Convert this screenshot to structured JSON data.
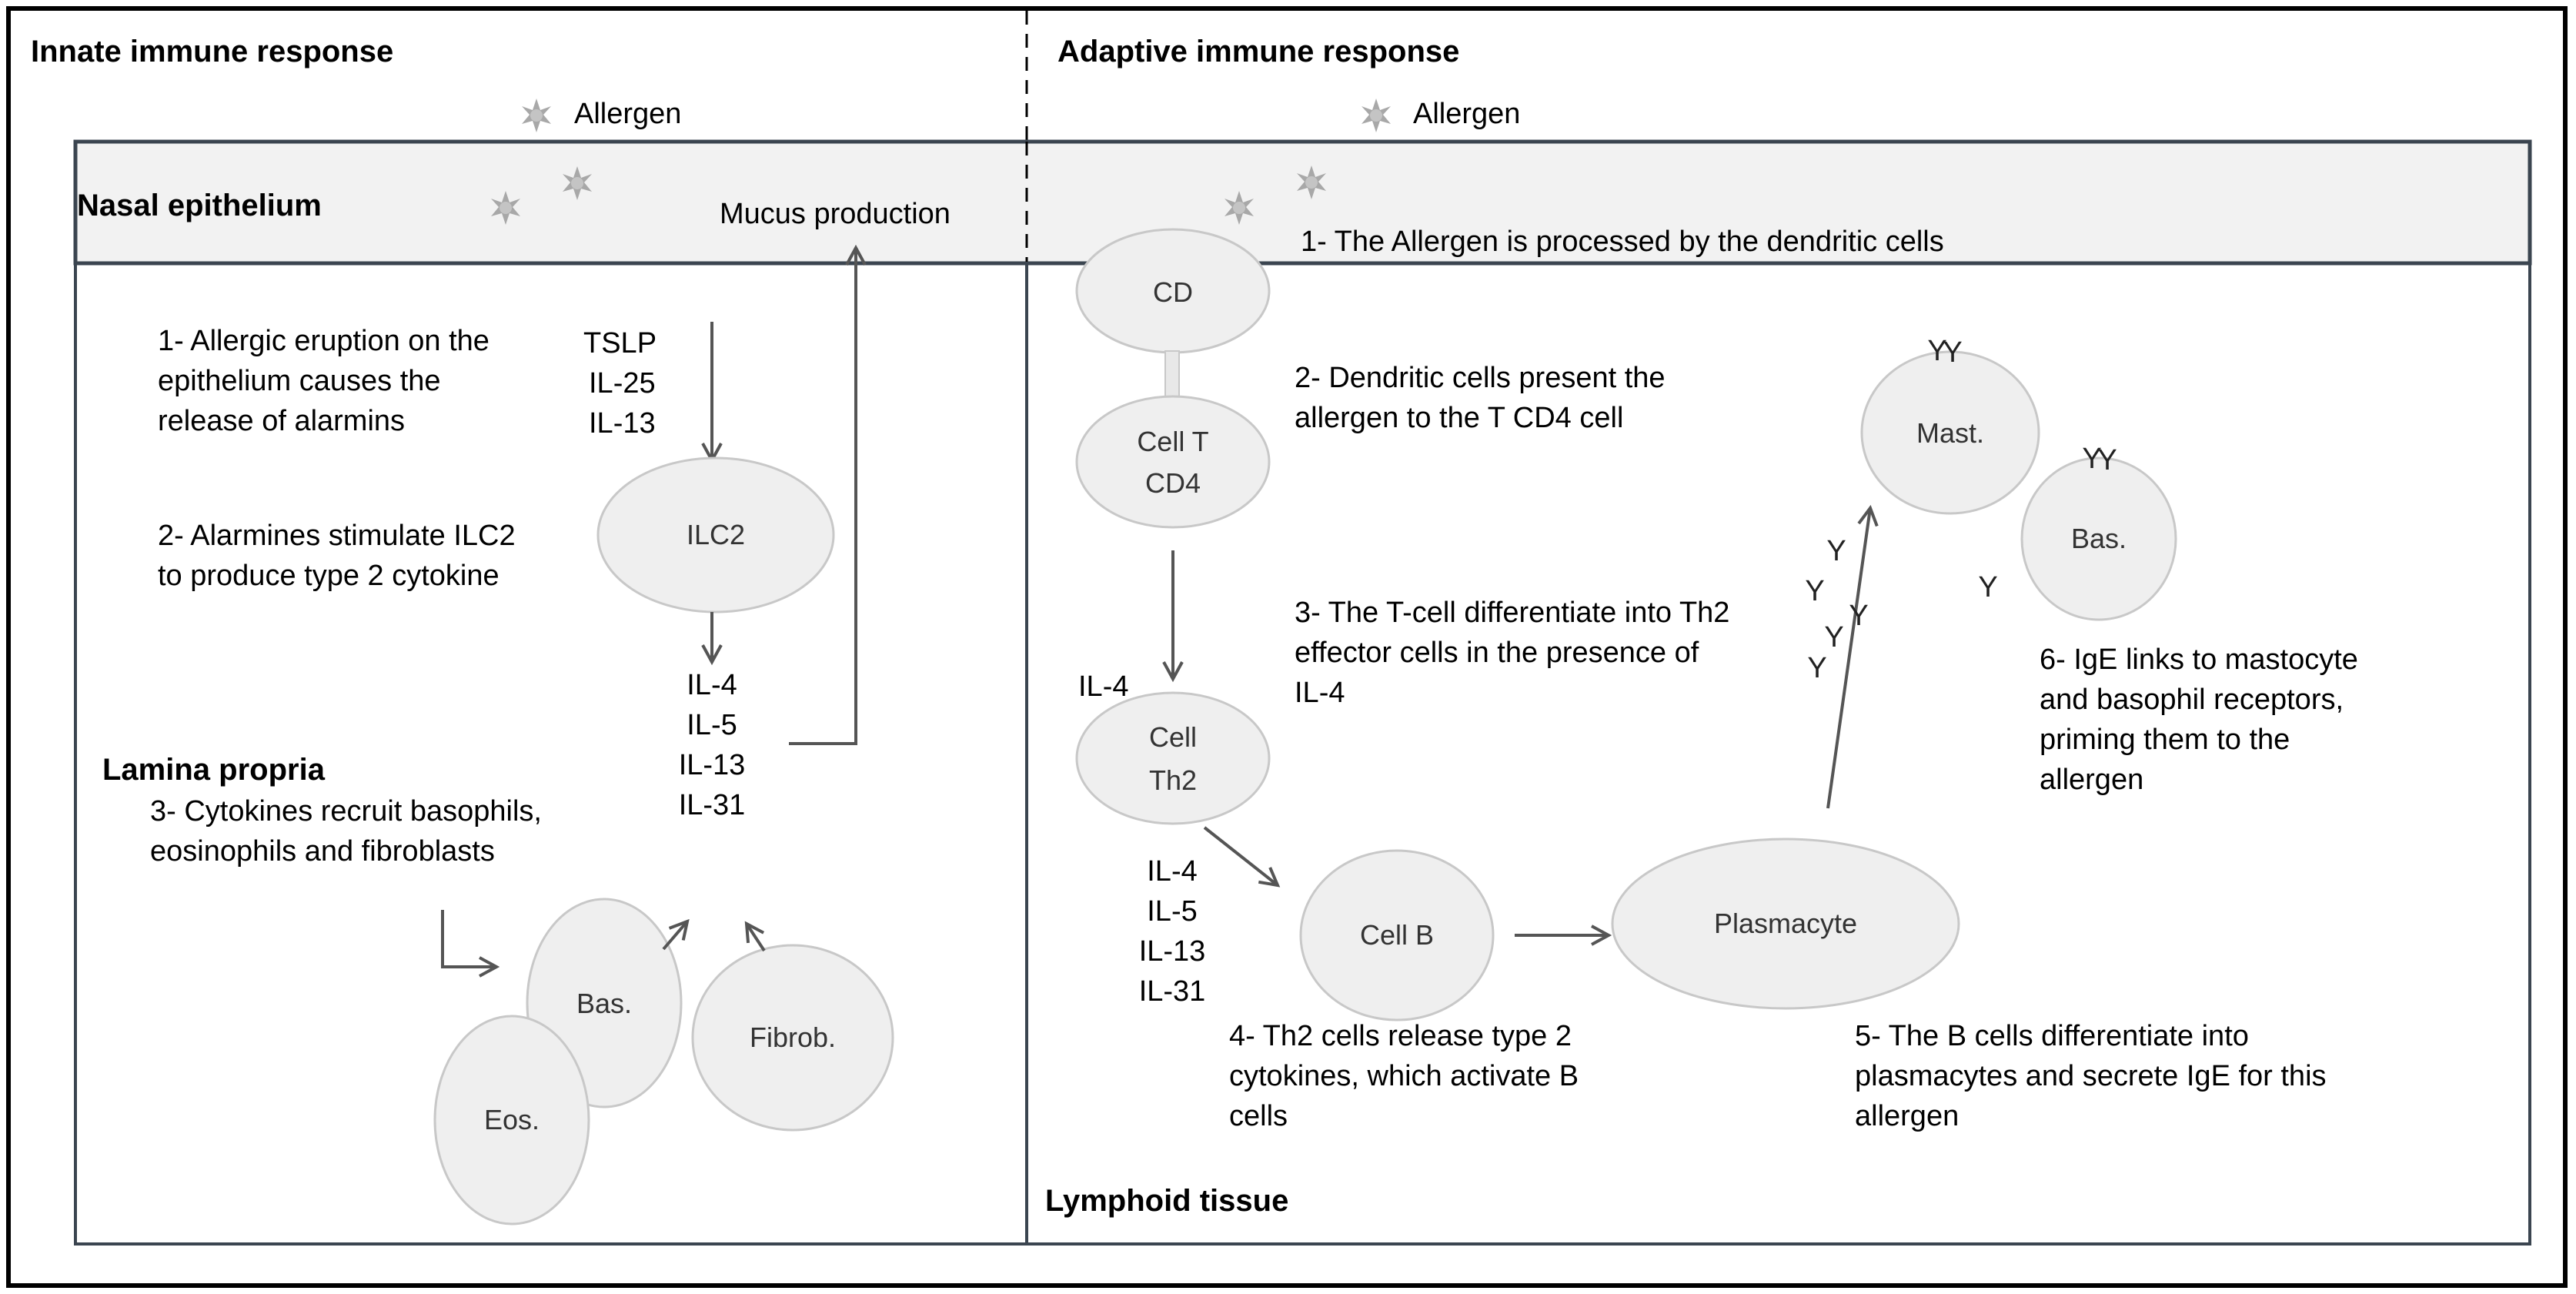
{
  "title_left": "Innate immune response",
  "title_right": "Adaptive immune response",
  "allergen_label": "Allergen",
  "regions": {
    "nasal_epithelium": "Nasal epithelium",
    "lamina_propria": "Lamina propria",
    "lymphoid_tissue": "Lymphoid tissue"
  },
  "innate": {
    "mucus": "Mucus production",
    "step1": [
      "1- Allergic eruption on the",
      "epithelium causes the",
      "release of alarmins"
    ],
    "alarmins": [
      "TSLP",
      "IL-25",
      "IL-13"
    ],
    "step2": [
      "2- Alarmines stimulate ILC2",
      "to produce type 2 cytokine"
    ],
    "ilc2": "ILC2",
    "cytokines": [
      "IL-4",
      "IL-5",
      "IL-13",
      "IL-31"
    ],
    "step3": [
      "3- Cytokines recruit basophils,",
      "eosinophils and fibroblasts"
    ],
    "cells": {
      "bas": "Bas.",
      "fibrob": "Fibrob.",
      "eos": "Eos."
    }
  },
  "adaptive": {
    "step1": "1- The Allergen is processed by the dendritic cells",
    "cd": "CD",
    "cellT": [
      "Cell T",
      "CD4"
    ],
    "step2": [
      "2- Dendritic cells present the",
      "allergen to the T CD4 cell"
    ],
    "il4": "IL-4",
    "th2": [
      "Cell",
      "Th2"
    ],
    "step3": [
      "3- The T-cell differentiate into Th2",
      "effector cells in the presence of",
      "IL-4"
    ],
    "cytokines": [
      "IL-4",
      "IL-5",
      "IL-13",
      "IL-31"
    ],
    "cellB": "Cell B",
    "plasmacyte": "Plasmacyte",
    "step4": [
      "4- Th2 cells release type 2",
      "cytokines, which activate B",
      "cells"
    ],
    "step5": [
      "5- The B cells differentiate into",
      "plasmacytes and secrete IgE for this",
      "allergen"
    ],
    "mast": "Mast.",
    "bas": "Bas.",
    "ige_glyph": "Y",
    "step6": [
      "6- IgE links to mastocyte",
      "and basophil receptors,",
      "priming them to the",
      "allergen"
    ]
  }
}
